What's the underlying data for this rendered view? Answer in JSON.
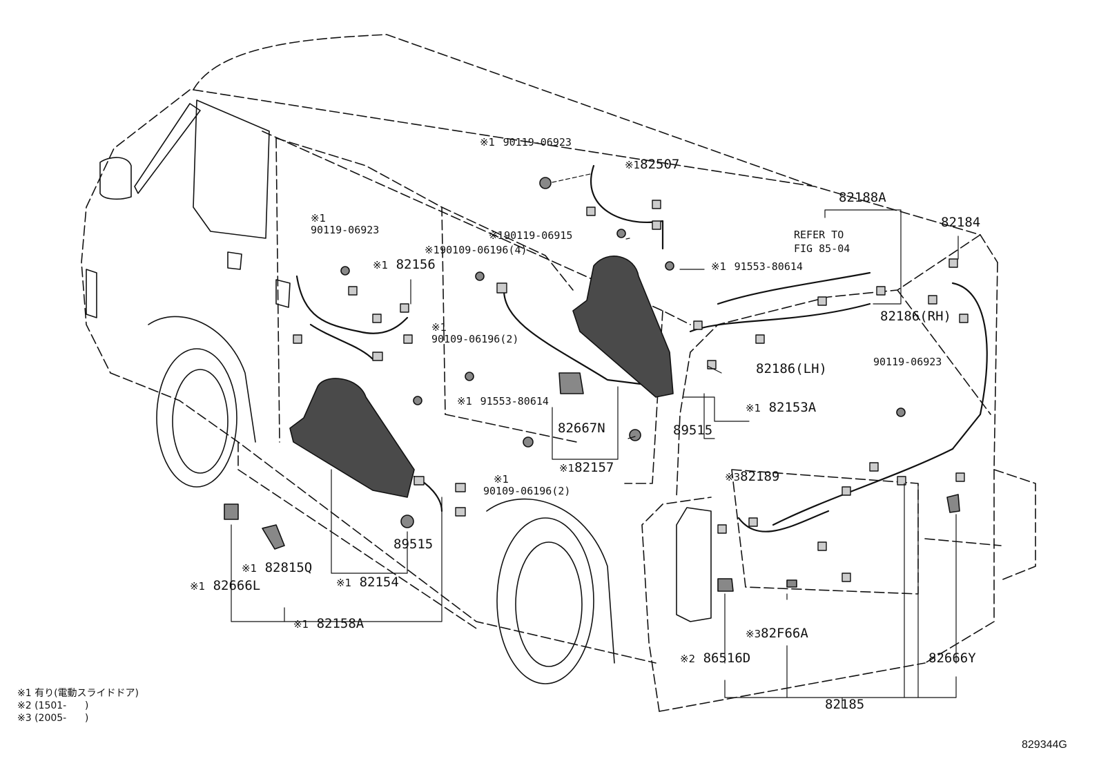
{
  "callouts": {
    "c01": {
      "mark": "※1",
      "text": "90119-06923"
    },
    "c02": {
      "mark": "※1",
      "text": "82507"
    },
    "c03": {
      "mark": "",
      "text": "82188A"
    },
    "c04": {
      "mark": "",
      "text": "REFER TO"
    },
    "c05": {
      "mark": "",
      "text": "FIG 85-04"
    },
    "c06": {
      "mark": "",
      "text": "82184"
    },
    "c07": {
      "mark": "※1",
      "text": ""
    },
    "c08": {
      "mark": "",
      "text": "90119-06923"
    },
    "c09": {
      "mark": "※1",
      "text": "90119-06915"
    },
    "c10": {
      "mark": "※1",
      "text": "90109-06196(4)"
    },
    "c11": {
      "mark": "※1",
      "text": "91553-80614"
    },
    "c12": {
      "mark": "※1",
      "text": "82156"
    },
    "c13": {
      "mark": "",
      "text": "82186(RH)"
    },
    "c14": {
      "mark": "※1",
      "text": ""
    },
    "c15": {
      "mark": "",
      "text": "90109-06196(2)"
    },
    "c16": {
      "mark": "",
      "text": "82186(LH)"
    },
    "c17": {
      "mark": "",
      "text": "90119-06923"
    },
    "c18": {
      "mark": "※1",
      "text": "91553-80614"
    },
    "c19": {
      "mark": "※1",
      "text": "82153A"
    },
    "c20": {
      "mark": "",
      "text": "82667N"
    },
    "c21": {
      "mark": "",
      "text": "89515"
    },
    "c22": {
      "mark": "※1",
      "text": "82157"
    },
    "c23": {
      "mark": "※1",
      "text": ""
    },
    "c24": {
      "mark": "",
      "text": "90109-06196(2)"
    },
    "c25": {
      "mark": "※3",
      "text": "82189"
    },
    "c26": {
      "mark": "",
      "text": "89515"
    },
    "c27": {
      "mark": "※1",
      "text": "82815Q"
    },
    "c28": {
      "mark": "※1",
      "text": "82154"
    },
    "c29": {
      "mark": "※1",
      "text": "82666L"
    },
    "c30": {
      "mark": "※1",
      "text": "82158A"
    },
    "c31": {
      "mark": "※3",
      "text": "82F66A"
    },
    "c32": {
      "mark": "※2",
      "text": "86516D"
    },
    "c33": {
      "mark": "",
      "text": "82666Y"
    },
    "c34": {
      "mark": "",
      "text": "82185"
    }
  },
  "notes": [
    "※1 有り(電動スライドドア)",
    "※2 (1501-      )",
    "※3 (2005-      )"
  ],
  "figure_code": "829344G"
}
